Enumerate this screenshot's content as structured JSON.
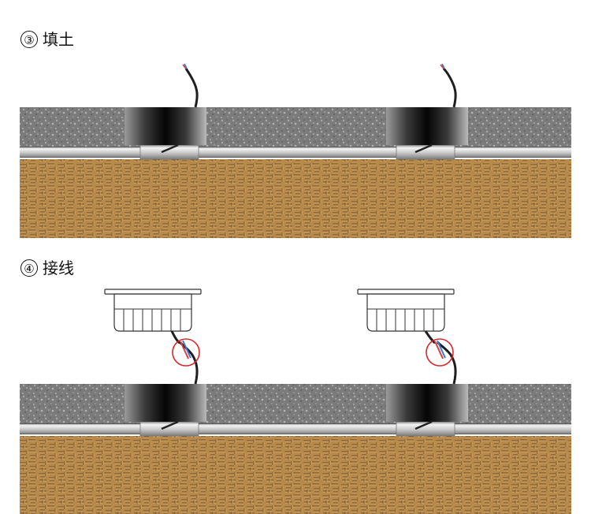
{
  "steps": [
    {
      "number": "③",
      "label": "填土"
    },
    {
      "number": "④",
      "label": "接线"
    }
  ],
  "colors": {
    "gravel": "#7b7b7b",
    "soil": "#b7894a",
    "pipe": "#c8c8c8",
    "light_body": "#111111",
    "cable": "#1e1e1e",
    "wire_red": "#e03a3a",
    "wire_blue": "#3a7bd5",
    "highlight_circle": "#d9262b"
  },
  "icons": [
    "buried-light-icon",
    "fixture-cover-icon",
    "cable-icon",
    "highlight-circle-icon"
  ]
}
